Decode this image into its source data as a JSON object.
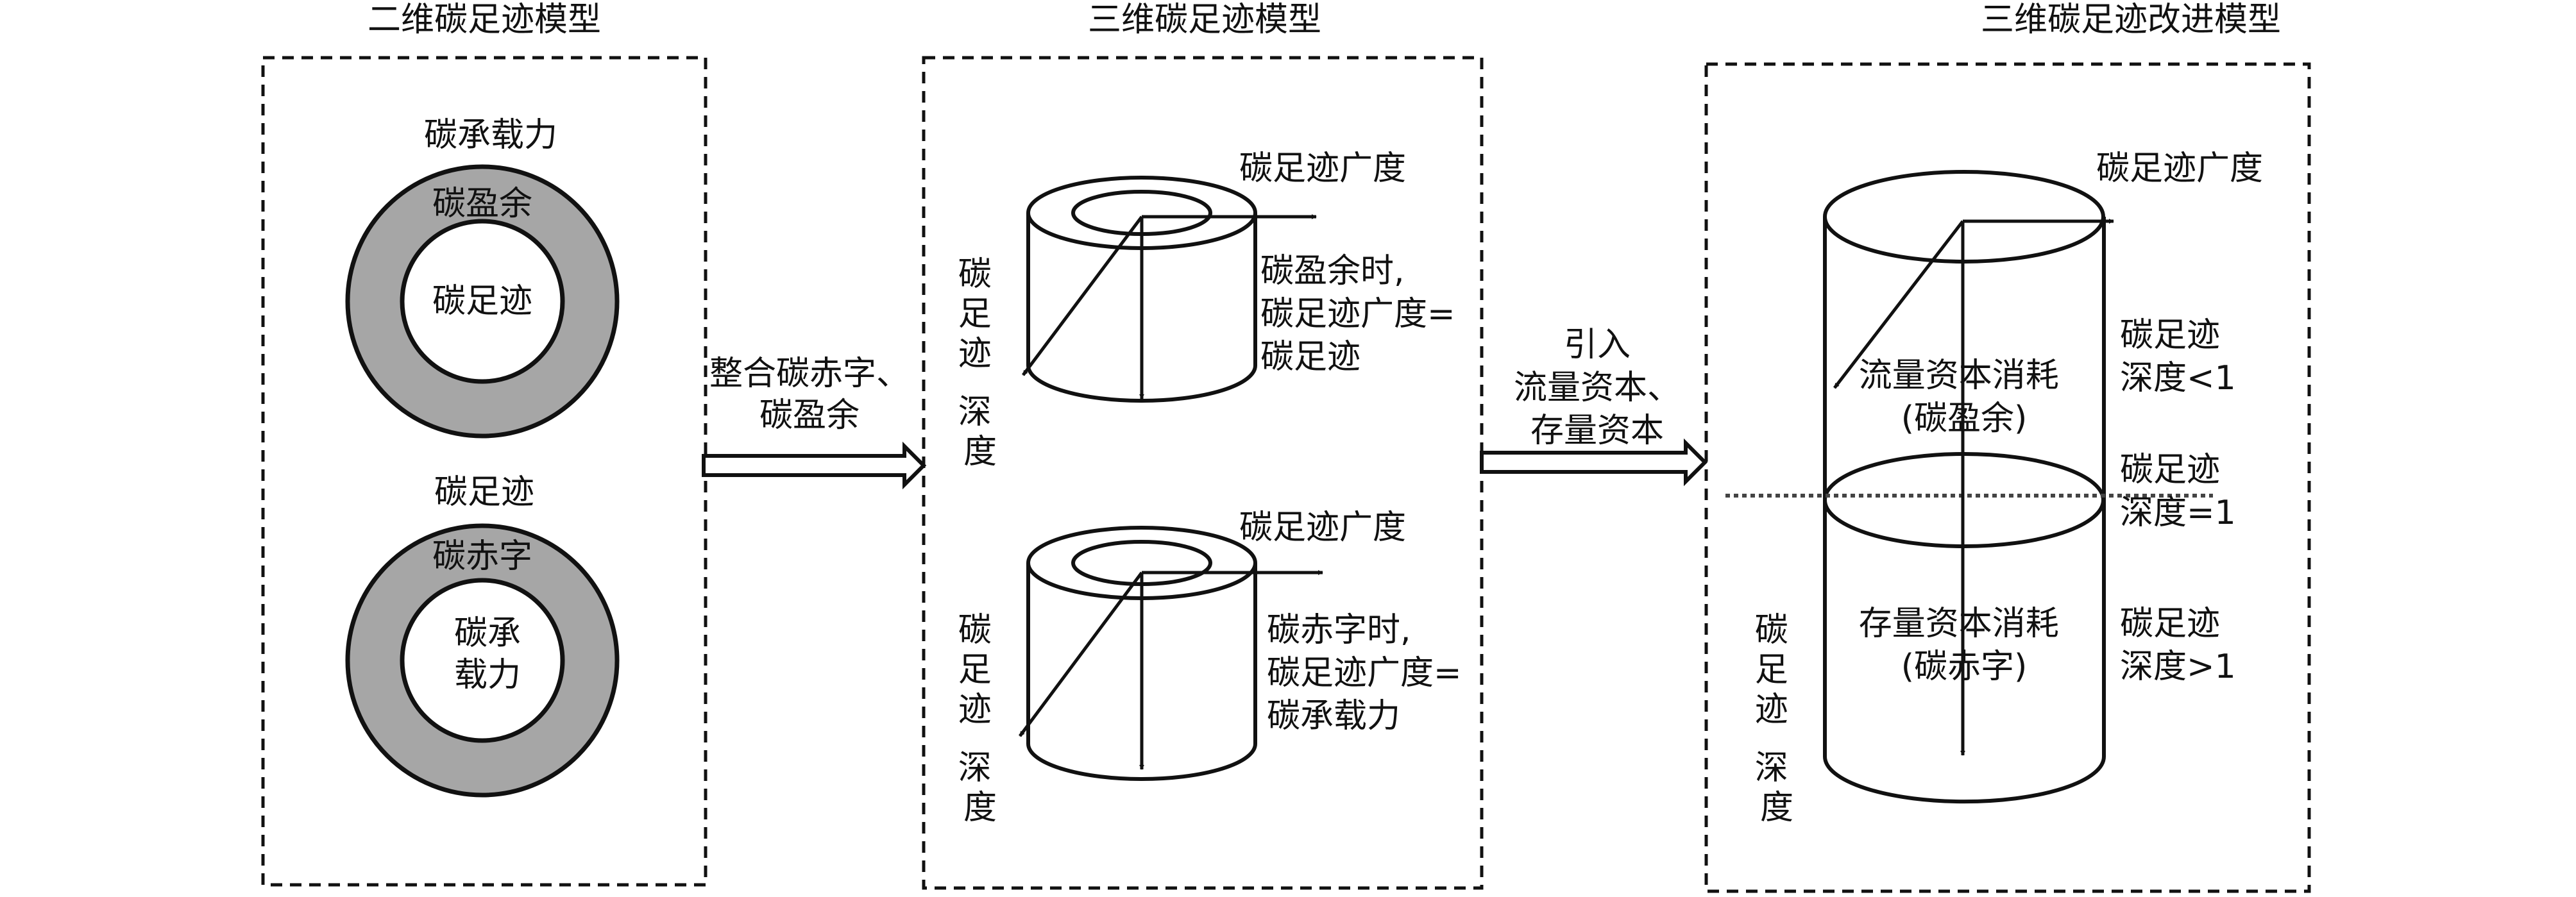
{
  "panels": {
    "left": {
      "title": "二维碳足迹模型",
      "top_outer_label": "碳承载力",
      "top_ring_label": "碳盈余",
      "top_center_label": "碳足迹",
      "bottom_outer_label": "碳足迹",
      "bottom_ring_label": "碳赤字",
      "bottom_center_line1": "碳承",
      "bottom_center_line2": "载力",
      "ring_fill_color": "#a6a6a6"
    },
    "middle": {
      "title": "三维碳足迹模型",
      "top": {
        "breadth_label": "碳足迹广度",
        "depth_label": [
          "碳",
          "足",
          "迹",
          "深",
          "度"
        ],
        "note": [
          "碳盈余时,",
          "碳足迹广度=",
          "碳足迹"
        ]
      },
      "bottom": {
        "breadth_label": "碳足迹广度",
        "depth_label": [
          "碳",
          "足",
          "迹",
          "深",
          "度"
        ],
        "note": [
          "碳赤字时,",
          "碳足迹广度=",
          "碳承载力"
        ]
      }
    },
    "right": {
      "title": "三维碳足迹改进模型",
      "breadth_label": "碳足迹广度",
      "upper_label": [
        "流量资本消耗",
        "(碳盈余)"
      ],
      "lower_label": [
        "存量资本消耗",
        "(碳赤字)"
      ],
      "depth_label": [
        "碳",
        "足",
        "迹",
        "深",
        "度"
      ],
      "depth_lt1": [
        "碳足迹",
        "深度<1"
      ],
      "depth_eq1": [
        "碳足迹",
        "深度=1"
      ],
      "depth_gt1": [
        "碳足迹",
        "深度>1"
      ]
    }
  },
  "arrows": {
    "first": [
      "整合碳赤字、",
      "碳盈余"
    ],
    "second": [
      "引入",
      "流量资本、",
      "存量资本"
    ]
  }
}
